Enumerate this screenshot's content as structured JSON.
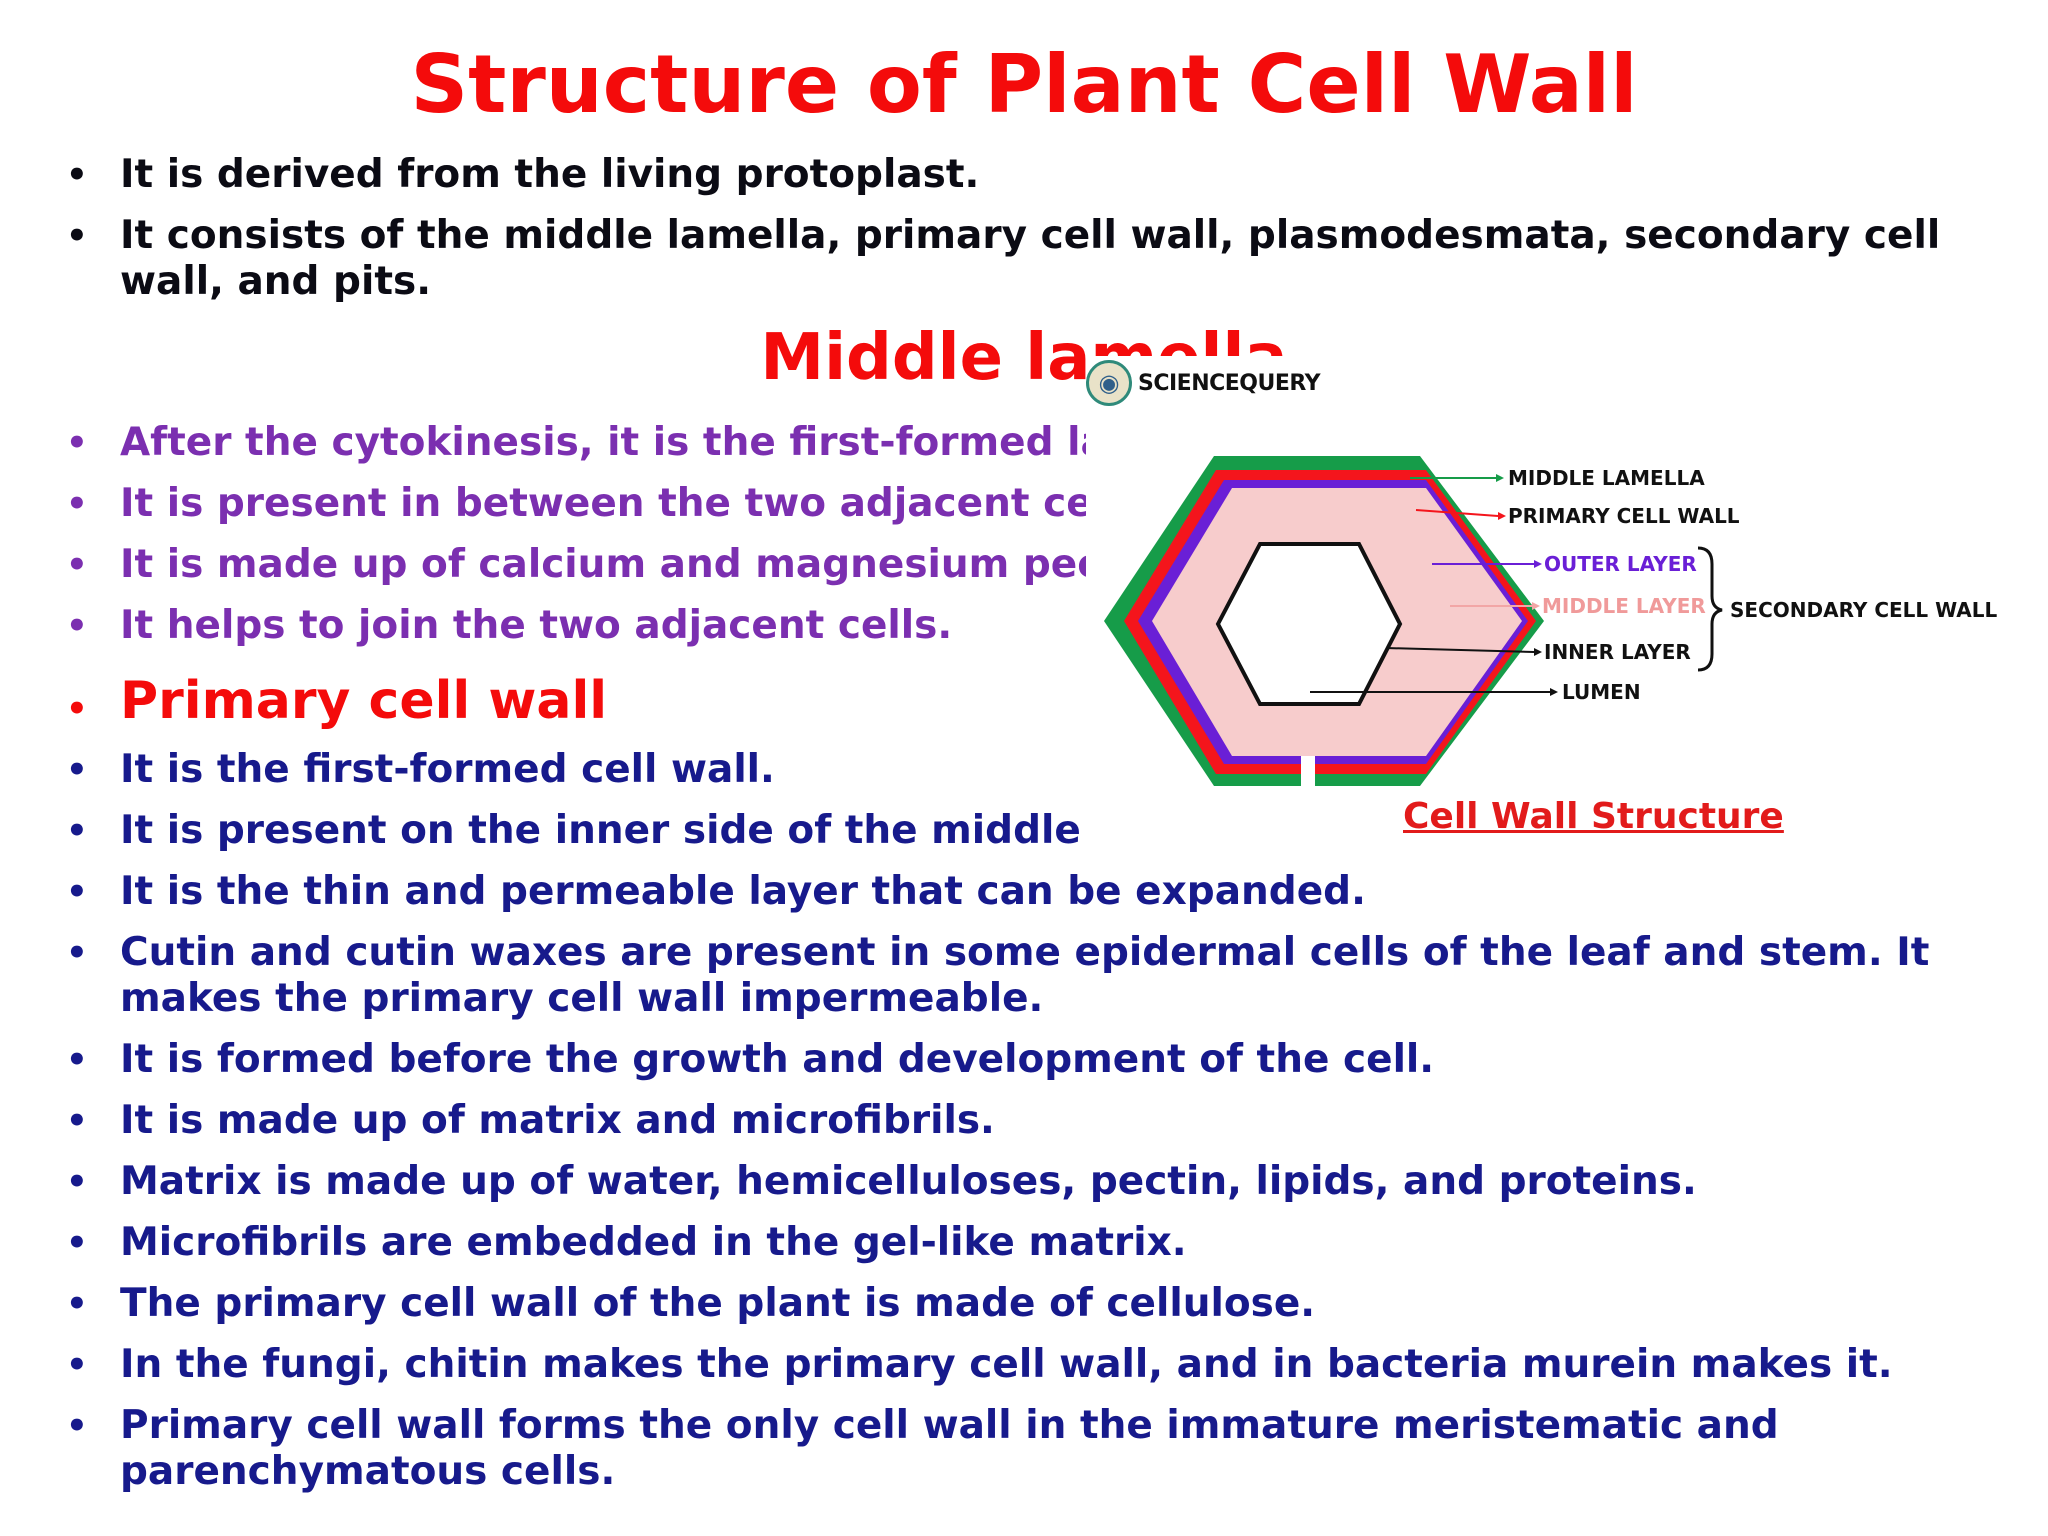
{
  "title": "Structure of Plant Cell Wall",
  "intro_items": [
    "It is derived from the living protoplast.",
    "It consists of the middle lamella, primary cell wall, plasmodesmata, secondary cell wall, and pits."
  ],
  "middle_lamella": {
    "heading": "Middle lamella",
    "items": [
      "After the cytokinesis, it is the first-formed lay",
      "It is present in between the two adjacent cells",
      "It is made up of calcium and magnesium pect",
      "It helps to join the two adjacent cells."
    ]
  },
  "primary_cell_wall": {
    "heading": "Primary cell wall",
    "items": [
      "It is the first-formed cell wall.",
      "It is present on the inner side of the middle la",
      "It is the thin and permeable layer that can be expanded.",
      "Cutin and cutin waxes are present in some epidermal cells of the leaf and stem. It makes the primary cell wall impermeable.",
      "It is formed before the growth and development of the cell.",
      "It is made up of matrix and microfibrils.",
      "Matrix is made up of water, hemicelluloses, pectin, lipids, and proteins.",
      "Microfibrils are embedded in the gel-like matrix.",
      "The primary cell wall of the plant is made of cellulose.",
      "In the fungi, chitin makes the primary cell wall, and in bacteria murein makes it.",
      "Primary cell wall forms the only cell wall in the immature meristematic and parenchymatous cells."
    ]
  },
  "diagram": {
    "logo_text": "SCIENCEQUERY",
    "labels": {
      "middle_lamella": "MIDDLE LAMELLA",
      "primary_cell_wall": "PRIMARY CELL WALL",
      "outer_layer": "OUTER LAYER",
      "middle_layer": "MIDDLE LAYER",
      "inner_layer": "INNER LAYER",
      "lumen": "LUMEN",
      "secondary_cell_wall": "SECONDARY CELL WALL"
    },
    "caption": "Cell Wall Structure",
    "colors": {
      "middle_lamella": "#169c49",
      "primary_cell_wall": "#f4151c",
      "outer_layer": "#6a1fd6",
      "middle_layer": "#f7cccc",
      "inner_layer": "#111111",
      "caption": "#e21b1b"
    }
  },
  "colors": {
    "title": "#f40b0b",
    "intro_text": "#0b0b14",
    "middle_lamella_text": "#7b2fb0",
    "primary_text": "#171a8c"
  }
}
